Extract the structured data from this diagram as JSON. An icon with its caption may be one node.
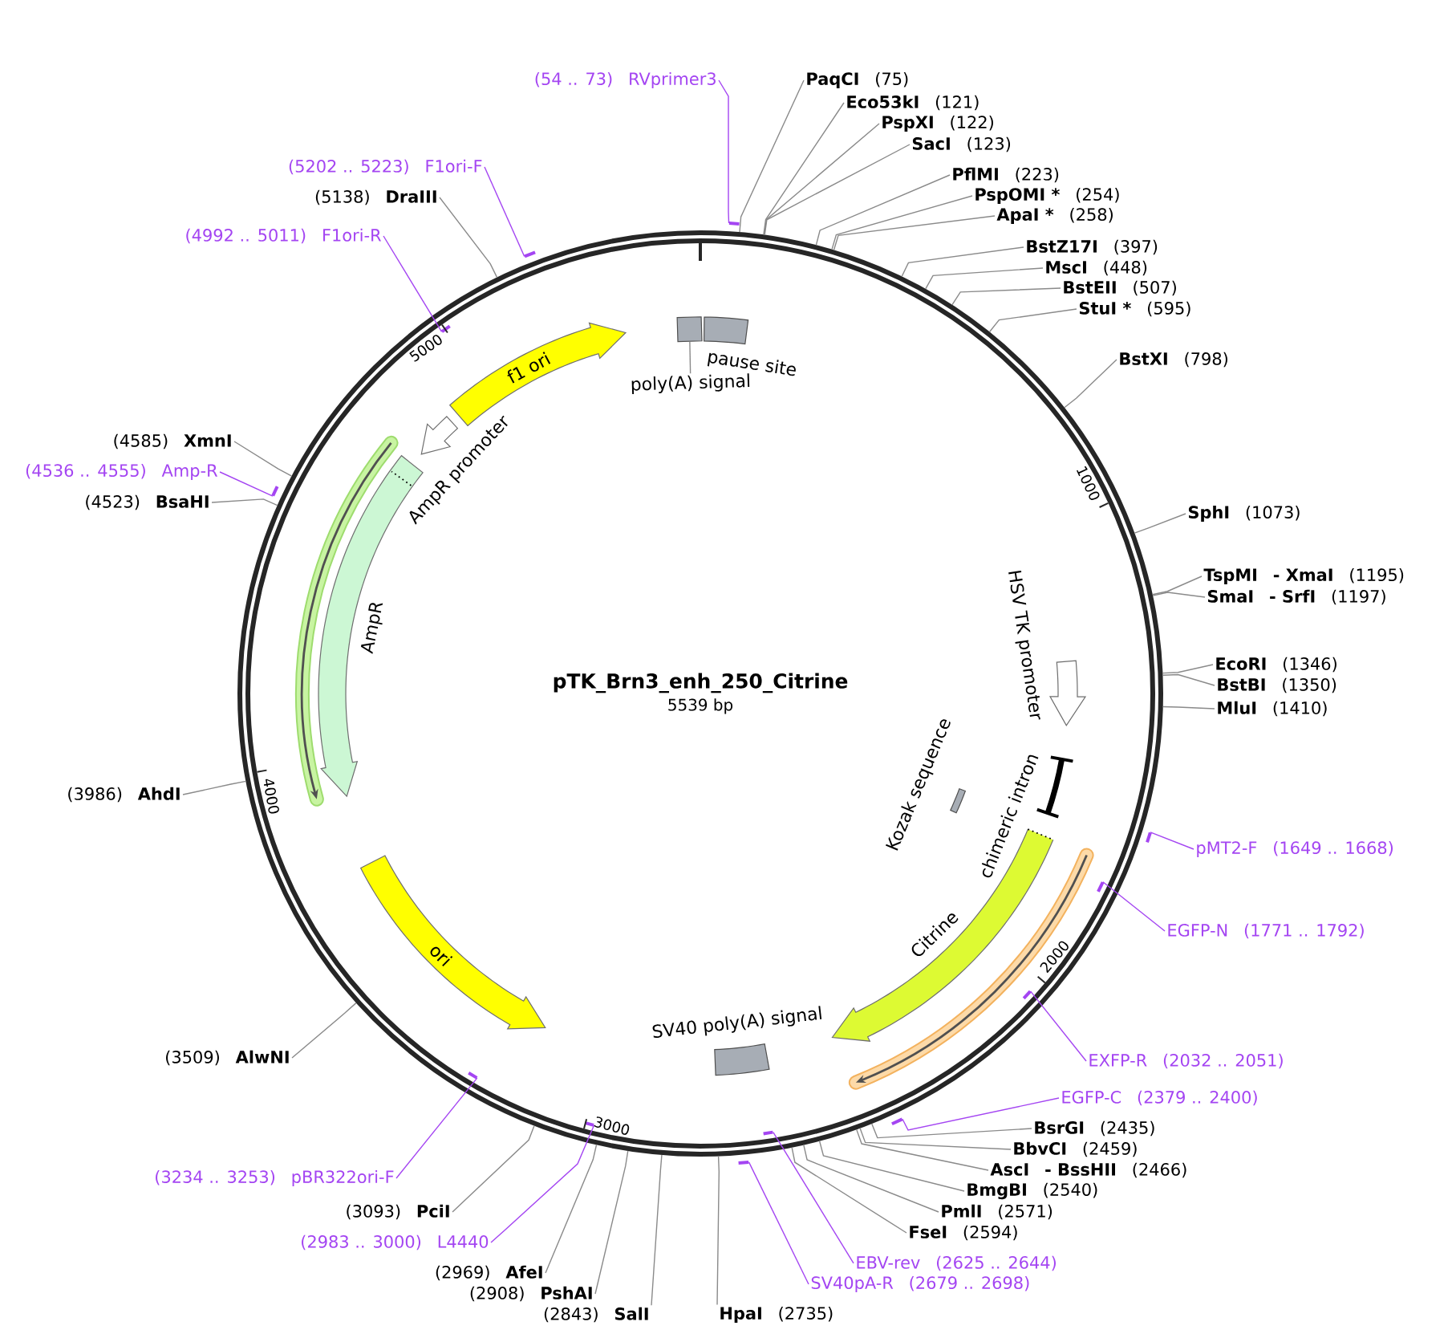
{
  "diagram": {
    "nodes": [
      {
        "text": [
          "pTK_Brn3_enh_250_Citrine",
          "5539 bp"
        ]
      },
      {
        "text": [],
        "shape": "box",
        "in": 0
      },
      {
        "text": [
          "poly(A) signal"
        ],
        "in": 0
      },
      {
        "text": [
          "pause site"
        ],
        "in": 0
      },
      {
        "text": [
          "HSV TK promoter"
        ],
        "in": 0
      },
      {
        "text": [
          "chimeric intron"
        ],
        "in": 0
      },
      {
        "text": [
          "Kozak sequence"
        ],
        "in": 0
      },
      {
        "text": [
          "Citrine"
        ],
        "in": 0
      },
      {
        "text": [
          "SV40 poly(A) signal"
        ],
        "in": 0
      },
      {
        "text": [
          "ori"
        ],
        "in": 0
      },
      {
        "text": [
          "AmpR"
        ],
        "in": 0
      },
      {
        "text": [
          "AmpR promoter"
        ],
        "in": 0
      },
      {
        "text": [
          "f1 ori"
        ],
        "in": 0
      },
      {
        "text": [
          "(54 .. 73)",
          "RVprimer3"
        ]
      },
      {
        "text": [],
        "shape": "bar"
      },
      {
        "text": [
          "PaqCI",
          "(75)"
        ]
      },
      {
        "text": [
          "Eco53kI",
          "(121)"
        ]
      },
      {
        "text": [
          "PspXI",
          "(122)"
        ]
      },
      {
        "text": [
          "SacI",
          "(123)"
        ]
      },
      {
        "text": [
          "PflMI",
          "(223)"
        ]
      },
      {
        "text": [
          "PspOMI *",
          "(254)"
        ]
      },
      {
        "text": [
          "ApaI *",
          "(258)"
        ]
      },
      {
        "text": [
          "BstZ17I",
          "(397)"
        ]
      },
      {
        "text": [
          "MscI",
          "(448)"
        ]
      },
      {
        "text": [
          "BstEII",
          "(507)"
        ]
      },
      {
        "text": [
          "StuI *",
          "(595)"
        ]
      },
      {
        "text": [
          "BstXI",
          "(798)"
        ]
      },
      {
        "text": [
          "SphI",
          "(1073)"
        ]
      },
      {
        "text": [
          "TspMI",
          "- XmaI",
          "(1195)"
        ]
      },
      {
        "text": [
          "SmaI",
          "- SrfI",
          "(1197)"
        ]
      },
      {
        "text": [
          "EcoRI",
          "(1346)"
        ]
      },
      {
        "text": [
          "BstBI",
          "(1350)"
        ]
      },
      {
        "text": [
          "MluI",
          "(1410)"
        ]
      },
      {
        "text": [
          "pMT2-F",
          "(1649 .. 1668)"
        ]
      },
      {
        "text": [],
        "shape": "bar"
      },
      {
        "text": [
          "EGFP-N",
          "(1771 .. 1792)"
        ]
      },
      {
        "text": [],
        "shape": "bar",
        "in": 0
      },
      {
        "text": [
          "EXFP-R",
          "(2032 .. 2051)"
        ]
      },
      {
        "text": [],
        "shape": "bar",
        "in": 0
      },
      {
        "text": [
          "EGFP-C",
          "(2379 .. 2400)"
        ]
      },
      {
        "text": [],
        "shape": "bar"
      },
      {
        "text": [
          "BsrGI",
          "(2435)"
        ]
      },
      {
        "text": [
          "BbvCI",
          "(2459)"
        ]
      },
      {
        "text": [
          "AscI",
          "- BssHII",
          "(2466)"
        ]
      },
      {
        "text": [
          "BmgBI",
          "(2540)"
        ]
      },
      {
        "text": [
          "PmlI",
          "(2571)"
        ]
      },
      {
        "text": [
          "FseI",
          "(2594)"
        ]
      },
      {
        "text": [
          "EBV-rev",
          "(2625 .. 2644)"
        ]
      },
      {
        "text": [],
        "shape": "bar",
        "in": 0
      },
      {
        "text": [
          "SV40pA-R",
          "(2679 .. 2698)"
        ]
      },
      {
        "text": [],
        "shape": "bar"
      },
      {
        "text": [
          "HpaI",
          "(2735)"
        ]
      },
      {
        "text": [
          "(2843)",
          "SalI"
        ]
      },
      {
        "text": [
          "(2908)",
          "PshAI"
        ]
      },
      {
        "text": [
          "(2969)",
          "AfeI"
        ]
      },
      {
        "text": [
          "(2983 .. 3000)",
          "L4440"
        ]
      },
      {
        "text": [],
        "shape": "bar",
        "in": 0
      },
      {
        "text": [
          "(3093)",
          "PciI"
        ]
      },
      {
        "text": [
          "(3234 .. 3253)",
          "pBR322ori-F"
        ]
      },
      {
        "text": [],
        "shape": "bar",
        "in": 0
      },
      {
        "text": [
          "(3509)",
          "AlwNI"
        ]
      },
      {
        "text": [
          "(3986)",
          "AhdI"
        ]
      },
      {
        "text": [
          "(4523)",
          "BsaHI"
        ]
      },
      {
        "text": [
          "(4536 .. 4555)",
          "Amp-R"
        ]
      },
      {
        "text": [],
        "shape": "bar"
      },
      {
        "text": [
          "(4585)",
          "XmnI"
        ]
      },
      {
        "text": [
          "(4992 .. 5011)",
          "F1ori-R"
        ]
      },
      {
        "text": [],
        "shape": "bar",
        "in": 0
      },
      {
        "text": [
          "(5138)",
          "DraIII"
        ]
      },
      {
        "text": [
          "(5202 .. 5223)",
          "F1ori-F"
        ]
      },
      {
        "text": [],
        "shape": "bar"
      }
    ],
    "edges": [
      {
        "from": 2,
        "to": 1,
        "arrow": "none"
      },
      {
        "from": 13,
        "to": 14,
        "arrow": "none",
        "color": "#a445f2"
      },
      {
        "from": 15,
        "to": 0,
        "arrow": "none"
      },
      {
        "from": 16,
        "to": 0,
        "arrow": "none"
      },
      {
        "from": 17,
        "to": 0,
        "arrow": "none"
      },
      {
        "from": 18,
        "to": 0,
        "arrow": "none"
      },
      {
        "from": 19,
        "to": 0,
        "arrow": "none"
      },
      {
        "from": 20,
        "to": 0,
        "arrow": "none"
      },
      {
        "from": 21,
        "to": 0,
        "arrow": "none"
      },
      {
        "from": 22,
        "to": 0,
        "arrow": "none"
      },
      {
        "from": 23,
        "to": 0,
        "arrow": "none"
      },
      {
        "from": 24,
        "to": 0,
        "arrow": "none"
      },
      {
        "from": 25,
        "to": 0,
        "arrow": "none"
      },
      {
        "from": 26,
        "to": 0,
        "arrow": "none"
      },
      {
        "from": 27,
        "to": 0,
        "arrow": "none"
      },
      {
        "from": 28,
        "to": 0,
        "arrow": "none"
      },
      {
        "from": 29,
        "to": 0,
        "arrow": "none"
      },
      {
        "from": 30,
        "to": 0,
        "arrow": "none"
      },
      {
        "from": 31,
        "to": 0,
        "arrow": "none"
      },
      {
        "from": 32,
        "to": 0,
        "arrow": "none"
      },
      {
        "from": 33,
        "to": 34,
        "arrow": "none",
        "color": "#a445f2"
      },
      {
        "from": 35,
        "to": 36,
        "arrow": "none",
        "color": "#a445f2"
      },
      {
        "from": 37,
        "to": 38,
        "arrow": "none",
        "color": "#a445f2"
      },
      {
        "from": 39,
        "to": 40,
        "arrow": "none",
        "color": "#a445f2"
      },
      {
        "from": 41,
        "to": 0,
        "arrow": "none"
      },
      {
        "from": 42,
        "to": 0,
        "arrow": "none"
      },
      {
        "from": 43,
        "to": 0,
        "arrow": "none"
      },
      {
        "from": 44,
        "to": 0,
        "arrow": "none"
      },
      {
        "from": 45,
        "to": 0,
        "arrow": "none"
      },
      {
        "from": 46,
        "to": 0,
        "arrow": "none"
      },
      {
        "from": 47,
        "to": 48,
        "arrow": "none",
        "color": "#a445f2"
      },
      {
        "from": 49,
        "to": 50,
        "arrow": "none",
        "color": "#a445f2"
      },
      {
        "from": 51,
        "to": 0,
        "arrow": "none"
      },
      {
        "from": 52,
        "to": 0,
        "arrow": "none"
      },
      {
        "from": 53,
        "to": 0,
        "arrow": "none"
      },
      {
        "from": 54,
        "to": 0,
        "arrow": "none"
      },
      {
        "from": 55,
        "to": 56,
        "arrow": "none",
        "color": "#a445f2"
      },
      {
        "from": 57,
        "to": 0,
        "arrow": "none"
      },
      {
        "from": 58,
        "to": 59,
        "arrow": "none",
        "color": "#a445f2"
      },
      {
        "from": 60,
        "to": 0,
        "arrow": "none"
      },
      {
        "from": 61,
        "to": 0,
        "arrow": "none"
      },
      {
        "from": 62,
        "to": 0,
        "arrow": "none"
      },
      {
        "from": 63,
        "to": 64,
        "arrow": "none",
        "color": "#a445f2"
      },
      {
        "from": 65,
        "to": 0,
        "arrow": "none"
      },
      {
        "from": 66,
        "to": 67,
        "arrow": "none",
        "color": "#a445f2"
      },
      {
        "from": 68,
        "to": 0,
        "arrow": "none"
      },
      {
        "from": 69,
        "to": 70,
        "arrow": "none",
        "color": "#a445f2"
      }
    ],
    "labels": [
      "1000",
      "2000",
      "3000",
      "4000",
      "5000"
    ]
  }
}
